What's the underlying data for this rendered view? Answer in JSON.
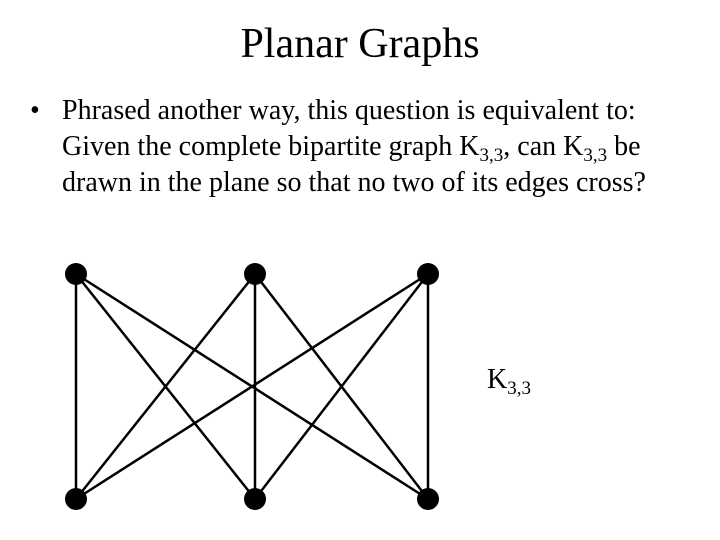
{
  "slide": {
    "title": "Planar Graphs",
    "bullet_symbol": "•",
    "bullet": {
      "part1": "Phrased another way, this question is equivalent to: Given the complete bipartite graph K",
      "sub1": "3,3",
      "part2": ", can K",
      "sub2": "3,3",
      "part3": " be drawn in the plane so that no two of its edges cross?"
    }
  },
  "graph": {
    "label_base": "K",
    "label_sub": "3,3",
    "top_vertices": 3,
    "bottom_vertices": 3,
    "edges": [
      [
        0,
        0
      ],
      [
        0,
        1
      ],
      [
        0,
        2
      ],
      [
        1,
        0
      ],
      [
        1,
        1
      ],
      [
        1,
        2
      ],
      [
        2,
        0
      ],
      [
        2,
        1
      ],
      [
        2,
        2
      ]
    ],
    "colors": {
      "stroke": "#000000",
      "vertex": "#000000"
    }
  }
}
